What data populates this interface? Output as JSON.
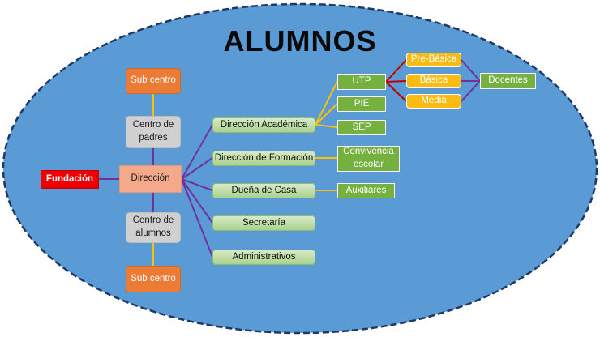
{
  "title": "ALUMNOS",
  "colors": {
    "ellipse_fill": "#5b9bd5",
    "ellipse_border": "#1f3864",
    "purple_line": "#7030a0",
    "yellow_line": "#ffc000",
    "red_line": "#c00000",
    "orange_box": "#ec7b35",
    "green_box": "#74b13e",
    "yellow_box": "#fbbb10",
    "red_box": "#ee0000"
  },
  "nodes": {
    "sub_centro_top": "Sub centro",
    "centro_padres": "Centro de padres",
    "fundacion": "Fundación",
    "direccion": "Dirección",
    "centro_alumnos": "Centro de alumnos",
    "sub_centro_bottom": "Sub centro",
    "direccion_academica": "Dirección Académica",
    "direccion_formacion": "Dirección de Formación",
    "duena_casa": "Dueña de Casa",
    "secretaria": "Secretaría",
    "administrativos": "Administrativos",
    "utp": "UTP",
    "pie": "PIE",
    "sep": "SEP",
    "convivencia": "Convivencia escolar",
    "auxiliares": "Auxiliares",
    "pre_basica": "Pre-Básica",
    "basica": "Básica",
    "media": "Media",
    "docentes": "Docentes"
  }
}
